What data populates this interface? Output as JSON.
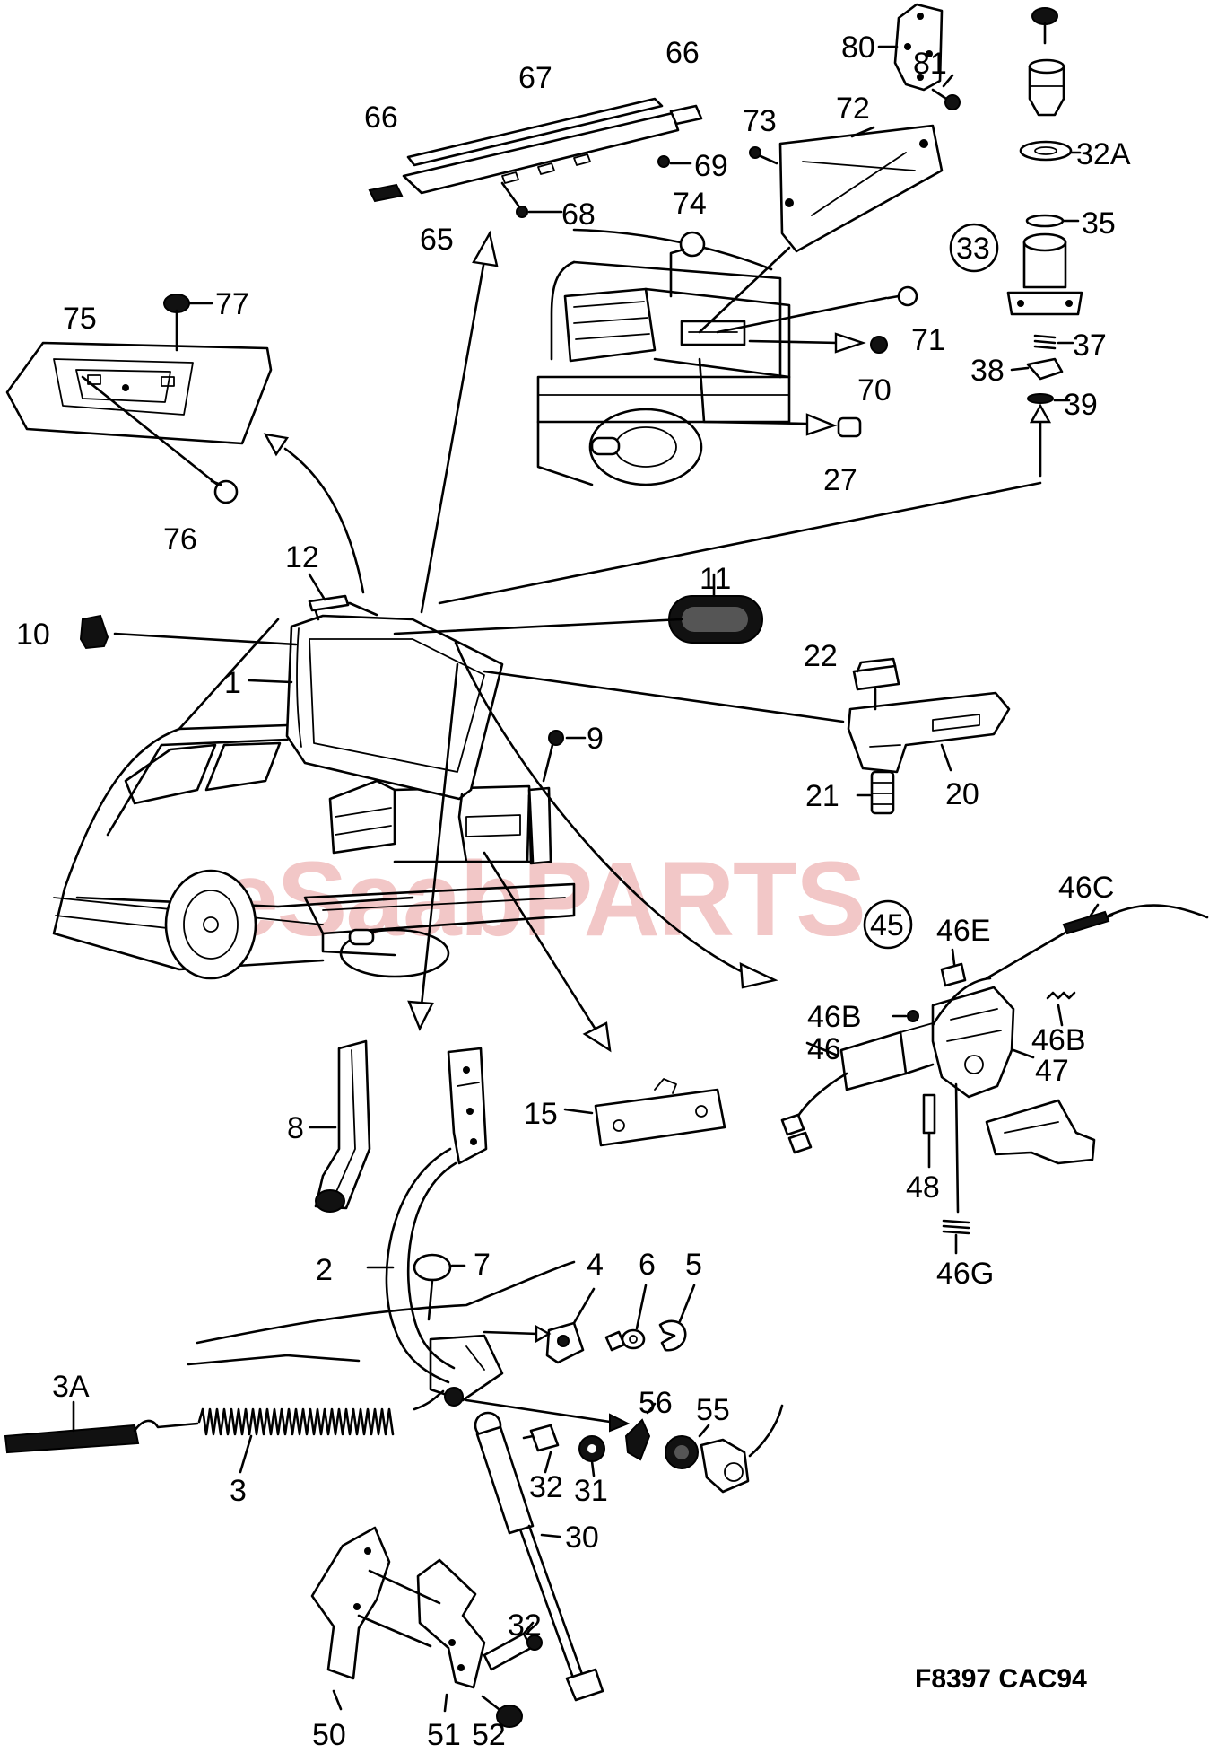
{
  "diagram": {
    "drawing_code": "F8397 CAC94",
    "watermark": "eSaabPARTS",
    "callouts": [
      {
        "id": "1",
        "label": "1"
      },
      {
        "id": "2",
        "label": "2"
      },
      {
        "id": "3",
        "label": "3"
      },
      {
        "id": "3A",
        "label": "3A"
      },
      {
        "id": "4",
        "label": "4"
      },
      {
        "id": "5",
        "label": "5"
      },
      {
        "id": "6",
        "label": "6"
      },
      {
        "id": "7",
        "label": "7"
      },
      {
        "id": "8",
        "label": "8"
      },
      {
        "id": "9",
        "label": "9"
      },
      {
        "id": "10",
        "label": "10"
      },
      {
        "id": "11",
        "label": "11"
      },
      {
        "id": "12",
        "label": "12"
      },
      {
        "id": "15",
        "label": "15"
      },
      {
        "id": "20",
        "label": "20"
      },
      {
        "id": "21",
        "label": "21"
      },
      {
        "id": "22",
        "label": "22"
      },
      {
        "id": "27",
        "label": "27"
      },
      {
        "id": "30",
        "label": "30"
      },
      {
        "id": "31",
        "label": "31"
      },
      {
        "id": "32a",
        "label": "32"
      },
      {
        "id": "32b",
        "label": "32"
      },
      {
        "id": "32A",
        "label": "32A"
      },
      {
        "id": "33",
        "label": "33"
      },
      {
        "id": "35",
        "label": "35"
      },
      {
        "id": "37",
        "label": "37"
      },
      {
        "id": "38",
        "label": "38"
      },
      {
        "id": "39",
        "label": "39"
      },
      {
        "id": "45",
        "label": "45"
      },
      {
        "id": "46",
        "label": "46"
      },
      {
        "id": "46B1",
        "label": "46B"
      },
      {
        "id": "46B2",
        "label": "46B"
      },
      {
        "id": "46C",
        "label": "46C"
      },
      {
        "id": "46E",
        "label": "46E"
      },
      {
        "id": "46G",
        "label": "46G"
      },
      {
        "id": "47",
        "label": "47"
      },
      {
        "id": "48",
        "label": "48"
      },
      {
        "id": "50",
        "label": "50"
      },
      {
        "id": "51",
        "label": "51"
      },
      {
        "id": "52",
        "label": "52"
      },
      {
        "id": "55",
        "label": "55"
      },
      {
        "id": "56",
        "label": "56"
      },
      {
        "id": "65",
        "label": "65"
      },
      {
        "id": "66a",
        "label": "66"
      },
      {
        "id": "66b",
        "label": "66"
      },
      {
        "id": "67",
        "label": "67"
      },
      {
        "id": "68",
        "label": "68"
      },
      {
        "id": "69",
        "label": "69"
      },
      {
        "id": "70",
        "label": "70"
      },
      {
        "id": "71",
        "label": "71"
      },
      {
        "id": "72",
        "label": "72"
      },
      {
        "id": "73",
        "label": "73"
      },
      {
        "id": "74",
        "label": "74"
      },
      {
        "id": "75",
        "label": "75"
      },
      {
        "id": "76",
        "label": "76"
      },
      {
        "id": "77",
        "label": "77"
      },
      {
        "id": "80",
        "label": "80"
      },
      {
        "id": "81",
        "label": "81"
      }
    ]
  },
  "colors": {
    "line": "#000000",
    "background": "#ffffff",
    "watermark": "#e89a9a"
  }
}
